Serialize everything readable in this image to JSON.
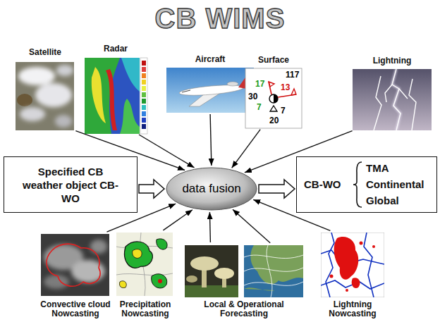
{
  "diagram": {
    "title": "CB WIMS",
    "nodes": [
      {
        "text": [
          "Satellite"
        ]
      },
      {
        "text": [
          "Radar"
        ]
      },
      {
        "text": [
          "Aircraft"
        ]
      },
      {
        "text": [
          "Surface"
        ]
      },
      {
        "text": [
          "Lightning"
        ]
      },
      {
        "text": [
          "Specified CB weather object CB-WO"
        ]
      },
      {
        "text": [
          "data fusion"
        ]
      },
      {
        "text": [
          "CB-WO",
          "TMA",
          "Continental",
          "Global"
        ]
      },
      {
        "text": [
          "Convective cloud Nowcasting"
        ]
      },
      {
        "text": [
          "Precipitation Nowcasting"
        ]
      },
      {
        "text": [
          "Local & Operational Forecasting"
        ]
      },
      {
        "text": [
          "Lightning Nowcasting"
        ]
      }
    ],
    "edges": [
      {
        "from": 0,
        "to": 6,
        "arrow": "to"
      },
      {
        "from": 1,
        "to": 6,
        "arrow": "to"
      },
      {
        "from": 2,
        "to": 6,
        "arrow": "to"
      },
      {
        "from": 3,
        "to": 6,
        "arrow": "to"
      },
      {
        "from": 4,
        "to": 6,
        "arrow": "to"
      },
      {
        "from": 5,
        "to": 6,
        "arrow": "to"
      },
      {
        "from": 6,
        "to": 7,
        "arrow": "to"
      },
      {
        "from": 8,
        "to": 6,
        "arrow": "to"
      },
      {
        "from": 9,
        "to": 6,
        "arrow": "to"
      },
      {
        "from": 10,
        "to": 6,
        "arrow": "to"
      },
      {
        "from": 10,
        "to": 6,
        "arrow": "to"
      },
      {
        "from": 11,
        "to": 6,
        "arrow": "to"
      }
    ],
    "labels": [
      "117",
      "17",
      "30",
      "13",
      "7",
      "7",
      "20"
    ]
  }
}
